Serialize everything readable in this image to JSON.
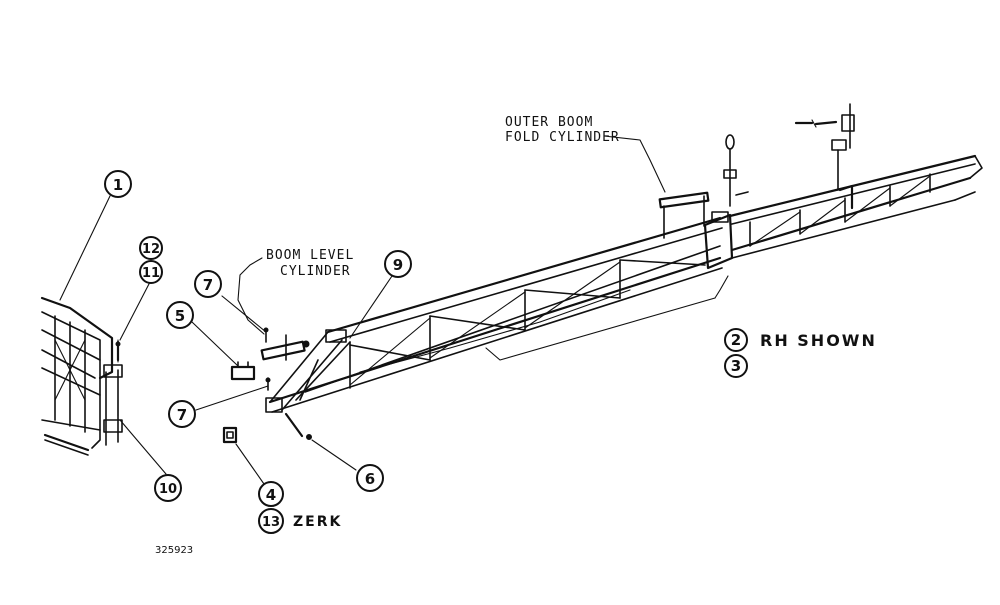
{
  "callouts": {
    "c1": "1",
    "c2": "2",
    "c3": "3",
    "c4": "4",
    "c5": "5",
    "c6": "6",
    "c7a": "7",
    "c7b": "7",
    "c9": "9",
    "c10": "10",
    "c11": "11",
    "c12": "12",
    "c13": "13"
  },
  "labels": {
    "outer_boom_line1": "OUTER BOOM",
    "outer_boom_line2": "FOLD CYLINDER",
    "boom_level_line1": "BOOM LEVEL",
    "boom_level_line2": "CYLINDER",
    "rh_shown": "RH SHOWN",
    "zerk": "ZERK"
  },
  "drawing_number": "325923"
}
